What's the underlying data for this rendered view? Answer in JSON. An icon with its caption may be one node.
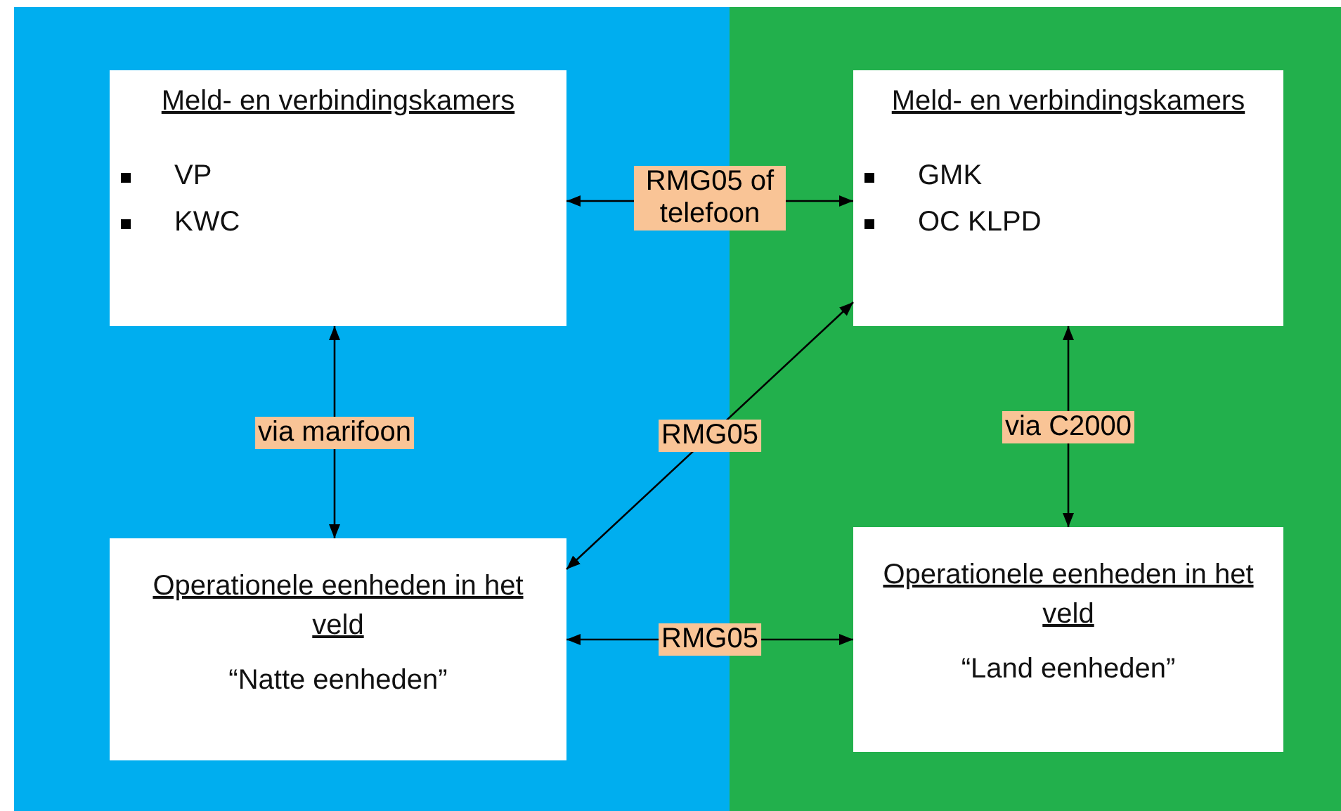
{
  "diagram": {
    "nodes": [
      {
        "text": [
          "Meld- en verbindingskamers",
          "VP",
          "KWC"
        ]
      },
      {
        "text": [
          "Meld- en verbindingskamers",
          "GMK",
          "OC KLPD"
        ]
      },
      {
        "text": [
          "Operationele eenheden in het veld",
          "“Natte eenheden”"
        ]
      },
      {
        "text": [
          "Operationele eenheden in het veld",
          "“Land eenheden”"
        ]
      }
    ],
    "edges": [
      {
        "from": 0,
        "to": 1,
        "arrow": "both",
        "label": "RMG05 of telefoon"
      },
      {
        "from": 0,
        "to": 2,
        "arrow": "both",
        "label": "via marifoon"
      },
      {
        "from": 2,
        "to": 1,
        "arrow": "both",
        "label": "RMG05"
      },
      {
        "from": 1,
        "to": 3,
        "arrow": "both",
        "label": "via C2000"
      },
      {
        "from": 2,
        "to": 3,
        "arrow": "both",
        "label": "RMG05"
      }
    ]
  }
}
